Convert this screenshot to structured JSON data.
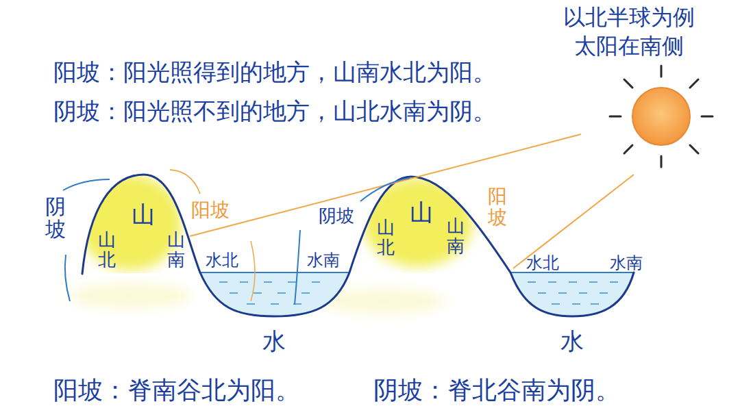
{
  "diagram": {
    "labels": [
      "阳坡：阳光照得到的地方，山南水北为阳。",
      "阴坡：阳光照不到的地方，山北水南为阴。",
      "以北半球为例",
      "太阳在南侧",
      "阴坡",
      "山",
      "阳坡",
      "阴坡",
      "山",
      "阳坡",
      "山北",
      "山南",
      "水北",
      "水南",
      "山北",
      "山南",
      "水北",
      "水南",
      "水",
      "水",
      "阳坡：脊南谷北为阳。",
      "阴坡：脊北谷南为阴。"
    ]
  }
}
